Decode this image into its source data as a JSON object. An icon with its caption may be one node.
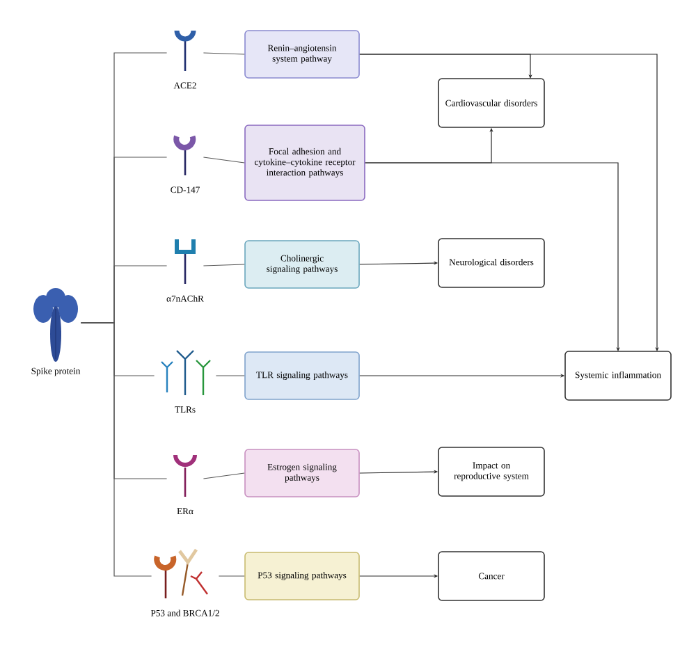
{
  "diagram": {
    "nodes": [
      {
        "text": [],
        "shape": "picture",
        "beside": [
          "Spike protein"
        ]
      },
      {
        "text": [],
        "shape": "picture",
        "beside": [
          "ACE2"
        ]
      },
      {
        "text": [
          "Renin–angiotensin system pathway"
        ]
      },
      {
        "text": [
          "Cardiovascular disorders"
        ]
      },
      {
        "text": [],
        "shape": "picture",
        "beside": [
          "CD-147"
        ]
      },
      {
        "text": [
          "Focal adhesion and cytokine–cytokine receptor interaction pathways"
        ]
      },
      {
        "text": [],
        "shape": "picture",
        "beside": [
          "α7nAChR"
        ]
      },
      {
        "text": [
          "Cholinergic signaling pathways"
        ]
      },
      {
        "text": [
          "Neurological disorders"
        ]
      },
      {
        "text": [],
        "shape": "picture",
        "beside": [
          "TLRs"
        ]
      },
      {
        "text": [
          "TLR signaling pathways"
        ]
      },
      {
        "text": [
          "Systemic inflammation"
        ]
      },
      {
        "text": [],
        "shape": "picture",
        "beside": [
          "ERα"
        ]
      },
      {
        "text": [
          "Estrogen signaling pathways"
        ]
      },
      {
        "text": [
          "Impact on reproductive system"
        ]
      },
      {
        "text": [],
        "shape": "picture",
        "beside": [
          "P53 and BRCA1/2"
        ]
      },
      {
        "text": [
          "P53 signaling pathways"
        ]
      },
      {
        "text": [
          "Cancer"
        ]
      }
    ],
    "edges": [
      {
        "from": 0,
        "to": 1,
        "arrow": "none"
      },
      {
        "from": 0,
        "to": 4,
        "arrow": "none"
      },
      {
        "from": 0,
        "to": 6,
        "arrow": "none"
      },
      {
        "from": 0,
        "to": 9,
        "arrow": "none"
      },
      {
        "from": 0,
        "to": 12,
        "arrow": "none"
      },
      {
        "from": 0,
        "to": 15,
        "arrow": "none"
      },
      {
        "from": 1,
        "to": 2,
        "arrow": "none"
      },
      {
        "from": 4,
        "to": 5,
        "arrow": "none"
      },
      {
        "from": 6,
        "to": 7,
        "arrow": "none"
      },
      {
        "from": 9,
        "to": 10,
        "arrow": "none"
      },
      {
        "from": 12,
        "to": 13,
        "arrow": "none"
      },
      {
        "from": 15,
        "to": 16,
        "arrow": "none"
      },
      {
        "from": 2,
        "to": 3,
        "arrow": "to"
      },
      {
        "from": 2,
        "to": 11,
        "arrow": "to"
      },
      {
        "from": 5,
        "to": 3,
        "arrow": "to"
      },
      {
        "from": 5,
        "to": 11,
        "arrow": "to"
      },
      {
        "from": 7,
        "to": 8,
        "arrow": "to"
      },
      {
        "from": 10,
        "to": 11,
        "arrow": "to"
      },
      {
        "from": 13,
        "to": 14,
        "arrow": "to"
      },
      {
        "from": 16,
        "to": 17,
        "arrow": "to"
      }
    ]
  }
}
